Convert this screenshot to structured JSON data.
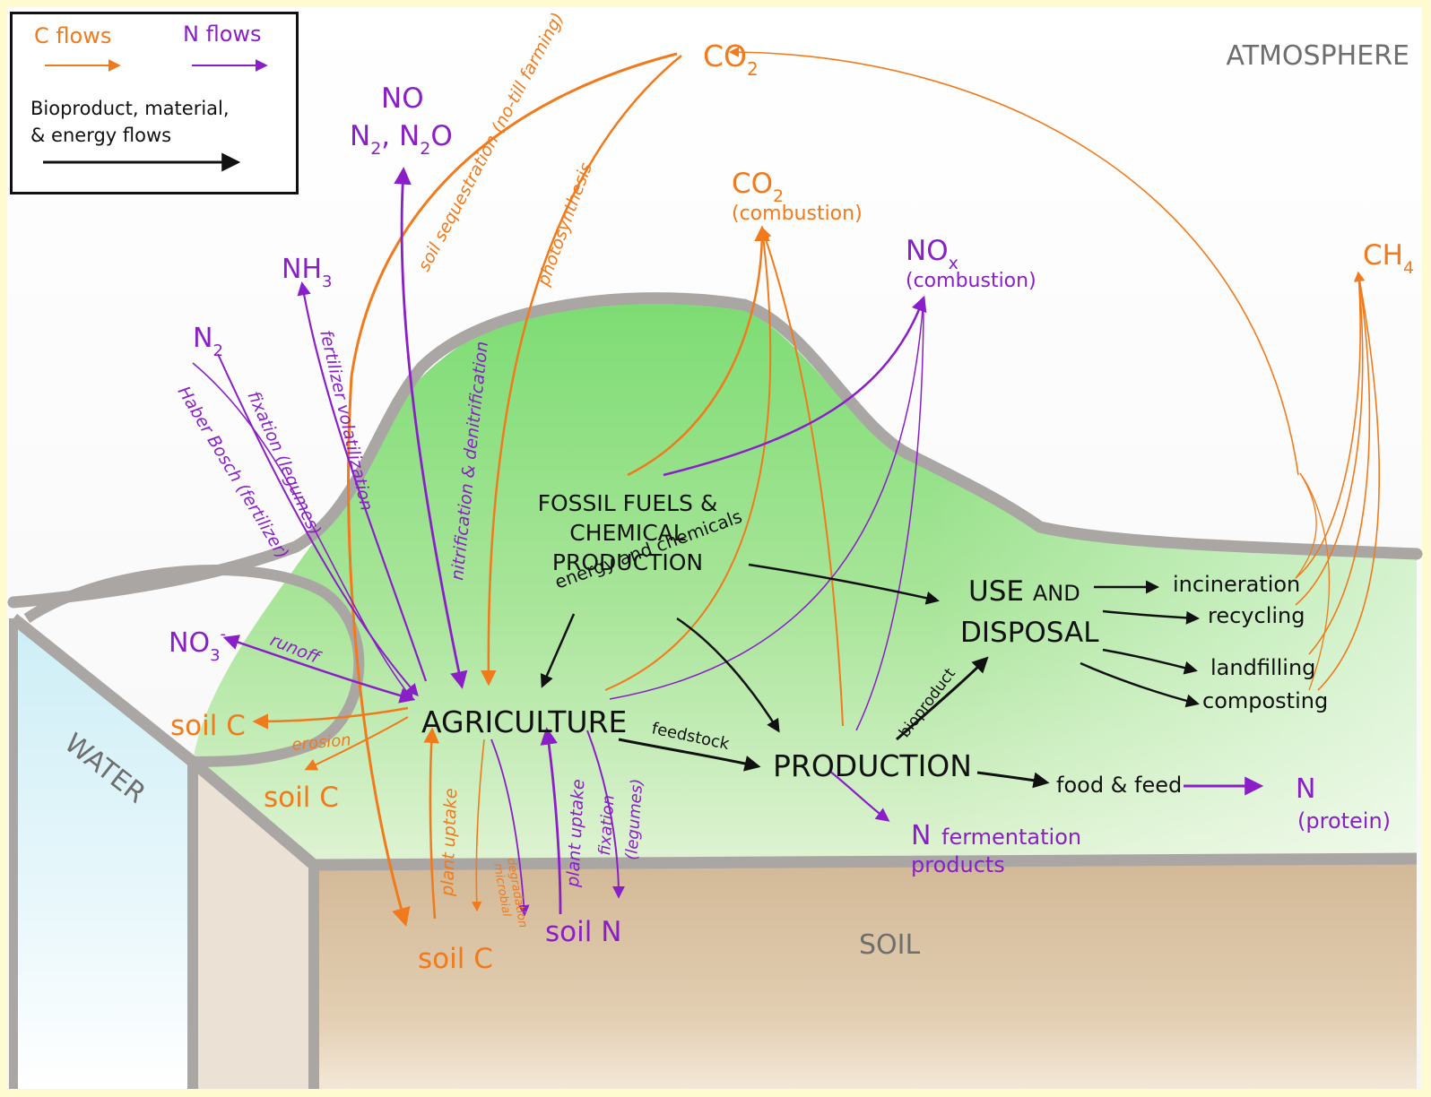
{
  "legend": {
    "c_flows": "C flows",
    "n_flows": "N flows",
    "other_line1": "Bioproduct, material,",
    "other_line2": "& energy flows",
    "colors": {
      "c": "#f07a1c",
      "n": "#8a1fc8",
      "other": "#111111"
    }
  },
  "regions": {
    "atmosphere": "ATMOSPHERE",
    "water": "WATER",
    "soil": "SOIL"
  },
  "nodes": {
    "co2_top": {
      "main": "CO",
      "sub": "2"
    },
    "no": "NO",
    "n2_n2o": {
      "a": "N",
      "a_sub": "2",
      "sep": ", ",
      "b": "N",
      "b_sub": "2",
      "b_tail": "O"
    },
    "co2_comb": {
      "main": "CO",
      "sub": "2",
      "label": "(combustion)"
    },
    "nox": {
      "main": "NO",
      "sub": "x",
      "label": "(combustion)"
    },
    "ch4": {
      "main": "CH",
      "sub": "4"
    },
    "nh3": {
      "main": "NH",
      "sub": "3"
    },
    "n2": {
      "main": "N",
      "sub": "2"
    },
    "no3": {
      "main": "NO",
      "sub": "3",
      "sup": "-"
    },
    "soil_c_left": "soil C",
    "soil_c_left2": "soil C",
    "soil_c_bottom": "soil C",
    "soil_n": "soil N",
    "agriculture": "AGRICULTURE",
    "fossil": {
      "l1": "FOSSIL FUELS &",
      "l2": "CHEMICAL",
      "l3": "PRODUCTION"
    },
    "production": "PRODUCTION",
    "use": {
      "w1": "USE",
      "w2": "AND",
      "w3": "DISPOSAL"
    },
    "incineration": "incineration",
    "recycling": "recycling",
    "landfilling": "landfilling",
    "composting": "composting",
    "food_feed": "food & feed",
    "n_protein": {
      "n": "N",
      "label": "(protein)"
    },
    "n_ferm": {
      "n": "N",
      "l1": "fermentation",
      "l2": "products"
    }
  },
  "flow_labels": {
    "soil_sequestration": "soil sequestration (no-till farming)",
    "photosynthesis": "photosynthesis",
    "nitrification": "nitrification & denitrification",
    "fertilizer_volatilization": "fertilizer volatilization",
    "fixation_legumes": "fixation (legumes)",
    "haber_bosch": "Haber Bosch (fertilizer)",
    "runoff": "runoff",
    "erosion": "erosion",
    "energy_chemicals": "energy and chemicals",
    "feedstock": "feedstock",
    "bioproduct": "bioproduct",
    "plant_uptake_c": "plant uptake",
    "microbial_deg": {
      "l1": "microbial",
      "l2": "degradation"
    },
    "plant_uptake_n": "plant uptake",
    "fixation_bottom": {
      "l1": "fixation",
      "l2": "(legumes)"
    }
  }
}
